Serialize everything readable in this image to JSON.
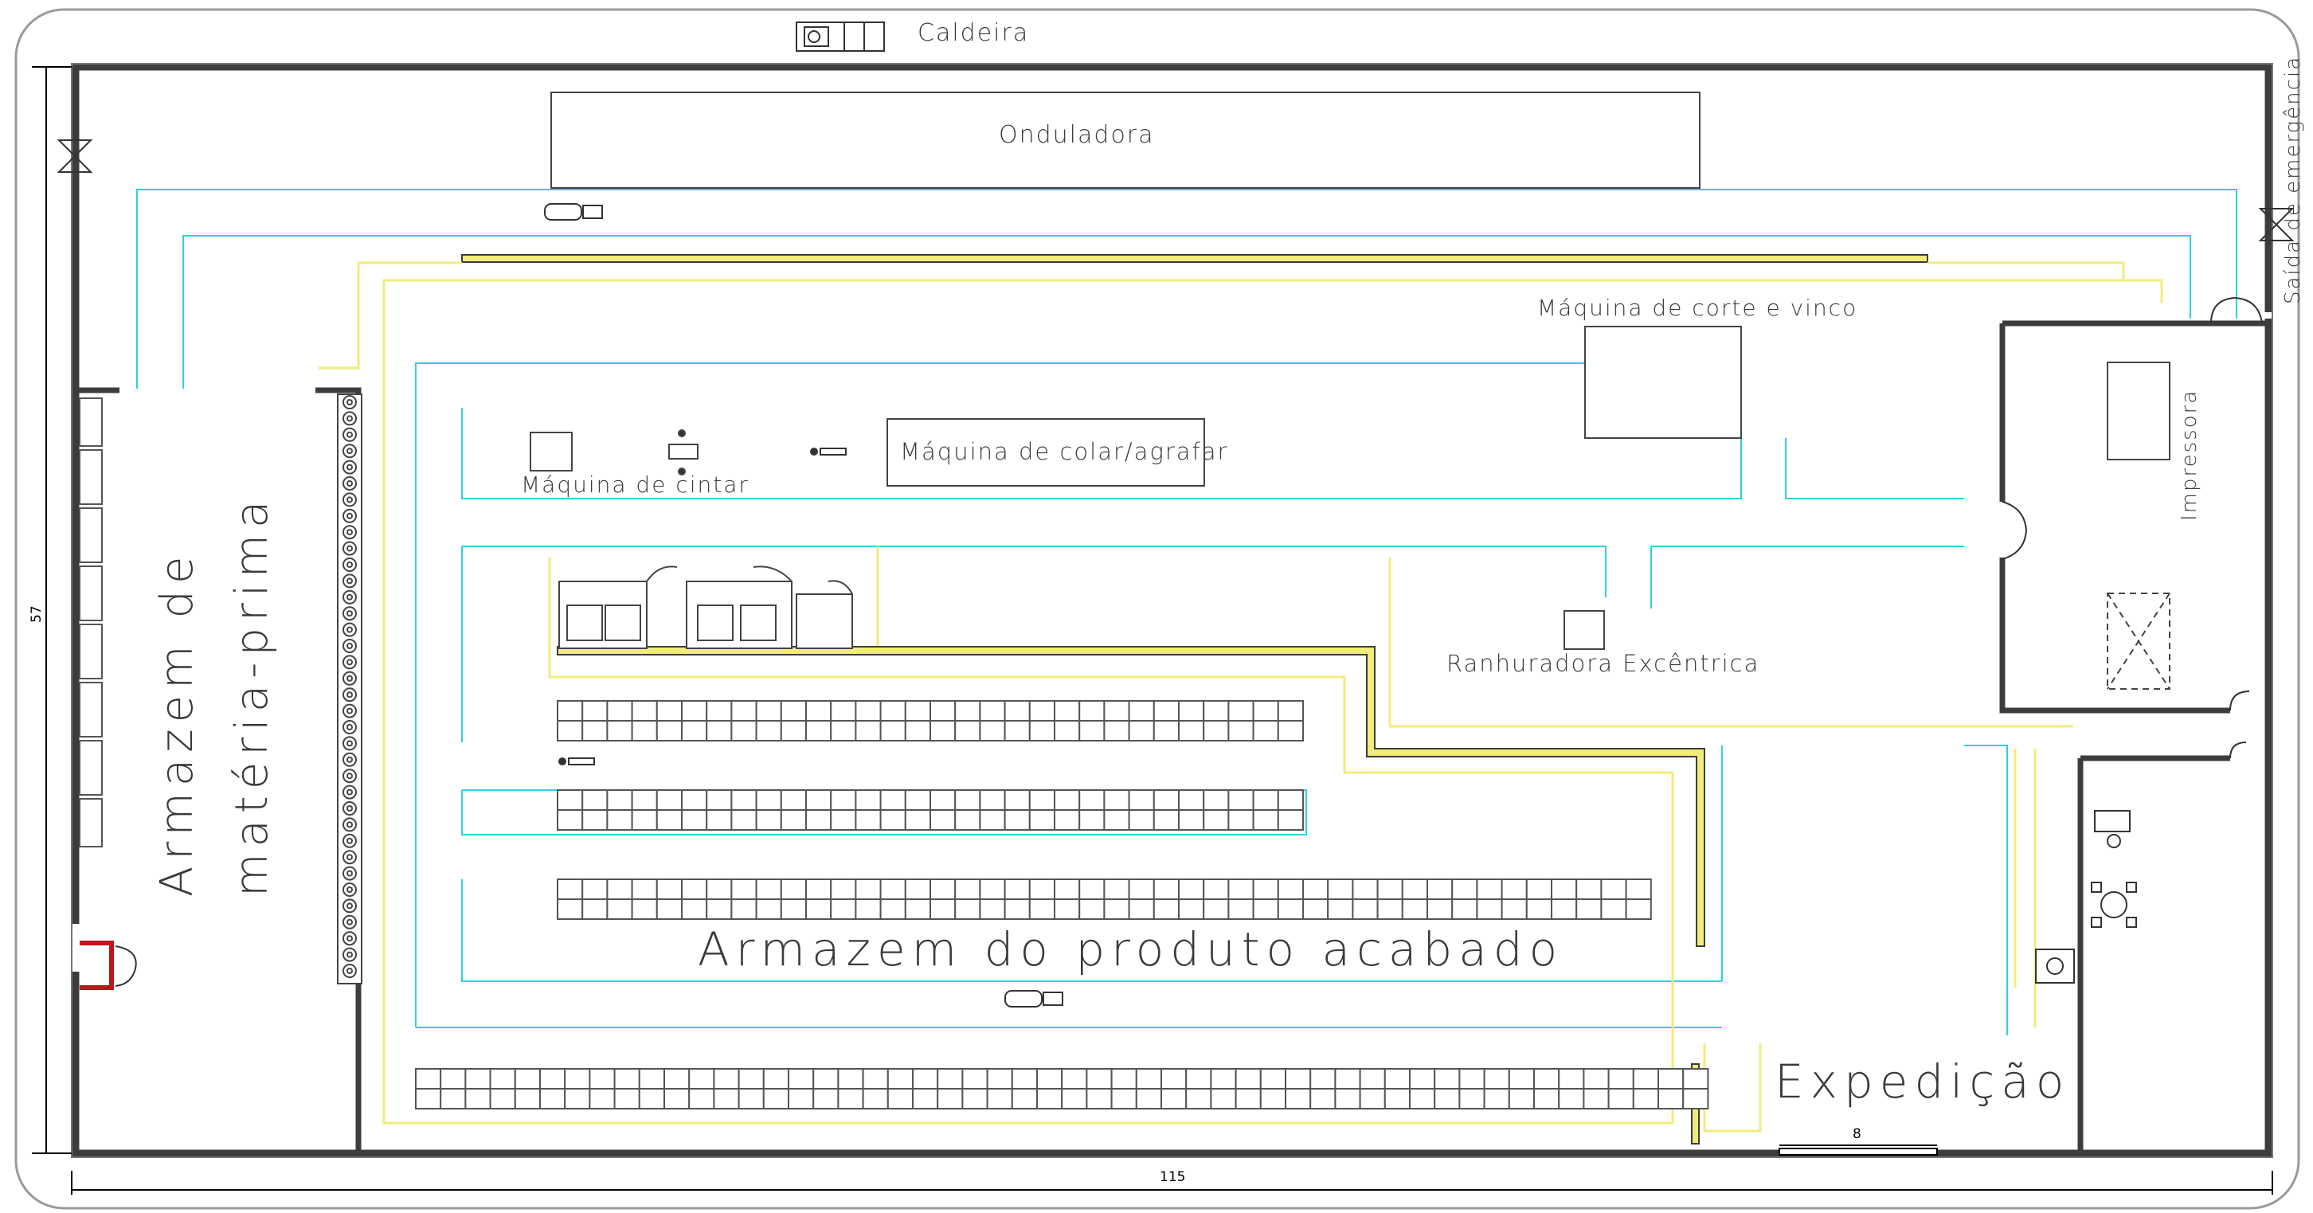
{
  "labels": {
    "caldeira": "Caldeira",
    "onduladora": "Onduladora",
    "saida_emergencia": "Saída de emergência",
    "corte_vinco": "Máquina de corte e vinco",
    "colar_agrafar": "Máquina de colar/agrafar",
    "cintar": "Máquina de cintar",
    "impressora": "Impressora",
    "ranhuradora": "Ranhuradora Excêntrica",
    "armazem_mp_1": "Armazem de",
    "armazem_mp_2": "matéria-prima",
    "armazem_pa": "Armazem do produto acabado",
    "expedicao": "Expedição"
  },
  "dimensions": {
    "width": "115",
    "height": "57",
    "door": "8"
  },
  "colors": {
    "wall": "#3c3c3c",
    "aisle_cyan": "#2fd0e0",
    "aisle_yellow": "#f2ec7a",
    "door_red": "#c0141c",
    "text": "#3a3a3a"
  },
  "icons": [
    "forklift-icon",
    "door-swing-icon",
    "emergency-exit-icon",
    "worker-icon",
    "desk-icon",
    "table-chairs-icon",
    "boiler-icon"
  ]
}
